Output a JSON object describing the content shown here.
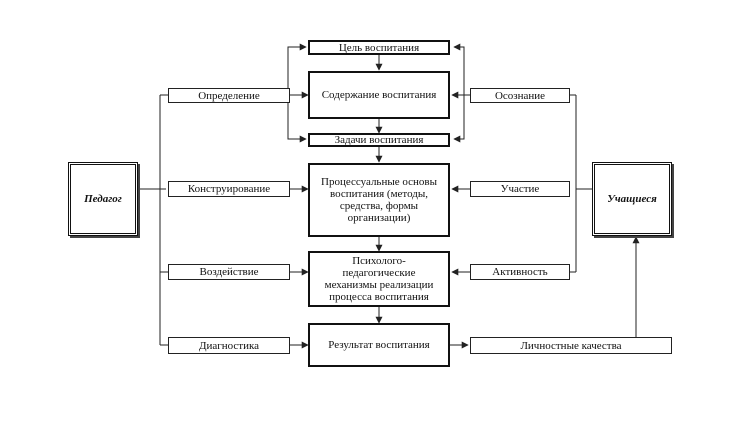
{
  "actors": {
    "teacher": "Педагог",
    "students": "Учащиеся"
  },
  "center": {
    "goal": "Цель воспитания",
    "content": "Содержание воспитания",
    "tasks": "Задачи воспитания",
    "foundations": "Процессуальные основы воспитания (методы, средства, формы организации)",
    "mechanisms": "Психолого-педагогические механизмы реализации процесса воспитания",
    "result": "Результат воспитания"
  },
  "teacher_functions": {
    "definition": "Определение",
    "construction": "Конструирование",
    "influence": "Воздействие",
    "diagnostics": "Диагностика"
  },
  "student_functions": {
    "awareness": "Осознание",
    "participation": "Участие",
    "activity": "Активность",
    "qualities": "Личностные качества"
  },
  "colors": {
    "line": "#222222",
    "box_border": "#111111",
    "background": "#ffffff"
  }
}
